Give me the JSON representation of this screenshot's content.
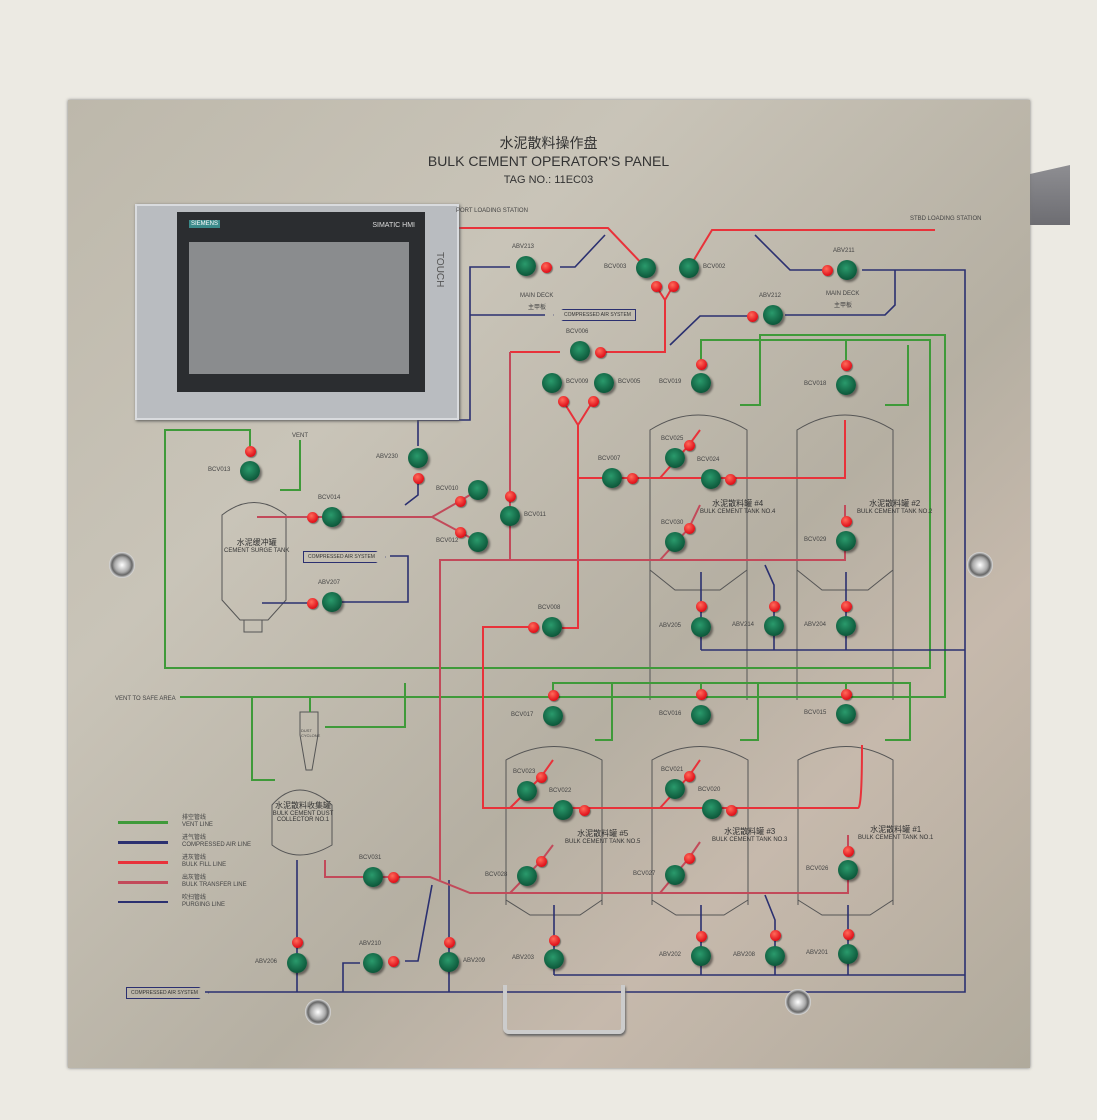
{
  "header": {
    "title_cn": "水泥散料操作盘",
    "title_en": "BULK CEMENT OPERATOR'S PANEL",
    "tag": "TAG NO.: 11EC03"
  },
  "hmi": {
    "brand": "SIEMENS",
    "model": "SIMATIC HMI",
    "touch": "TOUCH"
  },
  "stations": {
    "port": "PORT LOADING STATION",
    "stbd": "STBD LOADING STATION"
  },
  "labels": {
    "main_deck_en": "MAIN DECK",
    "main_deck_cn": "主甲板",
    "compressed_air": "COMPRESSED AIR SYSTEM",
    "vent": "VENT",
    "vent_safe": "VENT TO SAFE AREA",
    "dust_cyclone": "DUST CYCLONE"
  },
  "tanks": [
    {
      "cn": "水泥散料罐 #4",
      "en": "BULK CEMENT TANK NO.4"
    },
    {
      "cn": "水泥散料罐 #2",
      "en": "BULK CEMENT TANK NO.2"
    },
    {
      "cn": "水泥散料罐 #5",
      "en": "BULK CEMENT TANK NO.5"
    },
    {
      "cn": "水泥散料罐 #3",
      "en": "BULK CEMENT TANK NO.3"
    },
    {
      "cn": "水泥散料罐 #1",
      "en": "BULK CEMENT TANK NO.1"
    },
    {
      "cn": "水泥缓冲罐",
      "en": "CEMENT SURGE TANK"
    },
    {
      "cn": "水泥散料收集罐",
      "en": "BULK CEMENT DUST COLLECTOR NO.1"
    }
  ],
  "legend": [
    {
      "cn": "排空管线",
      "en": "VENT LINE",
      "color": "#3f9a3a"
    },
    {
      "cn": "进气管线",
      "en": "COMPRESSED AIR LINE",
      "color": "#2b3070"
    },
    {
      "cn": "进灰管线",
      "en": "BULK FILL LINE",
      "color": "#e8323a"
    },
    {
      "cn": "出灰管线",
      "en": "BULK TRANSFER LINE",
      "color": "#c24a5a"
    },
    {
      "cn": "吹扫管线",
      "en": "PURGING LINE",
      "color": "#2b3070"
    }
  ],
  "valves": [
    "ABV213",
    "BCV003",
    "BCV002",
    "ABV211",
    "ABV212",
    "BCV006",
    "BCV009",
    "BCV005",
    "BCV019",
    "BCV018",
    "BCV013",
    "ABV230",
    "BCV025",
    "BCV007",
    "BCV024",
    "BCV010",
    "BCV011",
    "BCV014",
    "BCV012",
    "BCV030",
    "BCV029",
    "ABV207",
    "BCV008",
    "ABV205",
    "ABV214",
    "ABV204",
    "BCV017",
    "BCV016",
    "BCV015",
    "BCV023",
    "BCV022",
    "BCV021",
    "BCV020",
    "BCV028",
    "BCV027",
    "BCV026",
    "BCV031",
    "ABV206",
    "ABV210",
    "ABV209",
    "ABV203",
    "ABV202",
    "ABV208",
    "ABV201"
  ],
  "colors": {
    "vent": "#3f9a3a",
    "air": "#2b3070",
    "fill": "#e8323a",
    "transfer": "#c24a5a"
  }
}
